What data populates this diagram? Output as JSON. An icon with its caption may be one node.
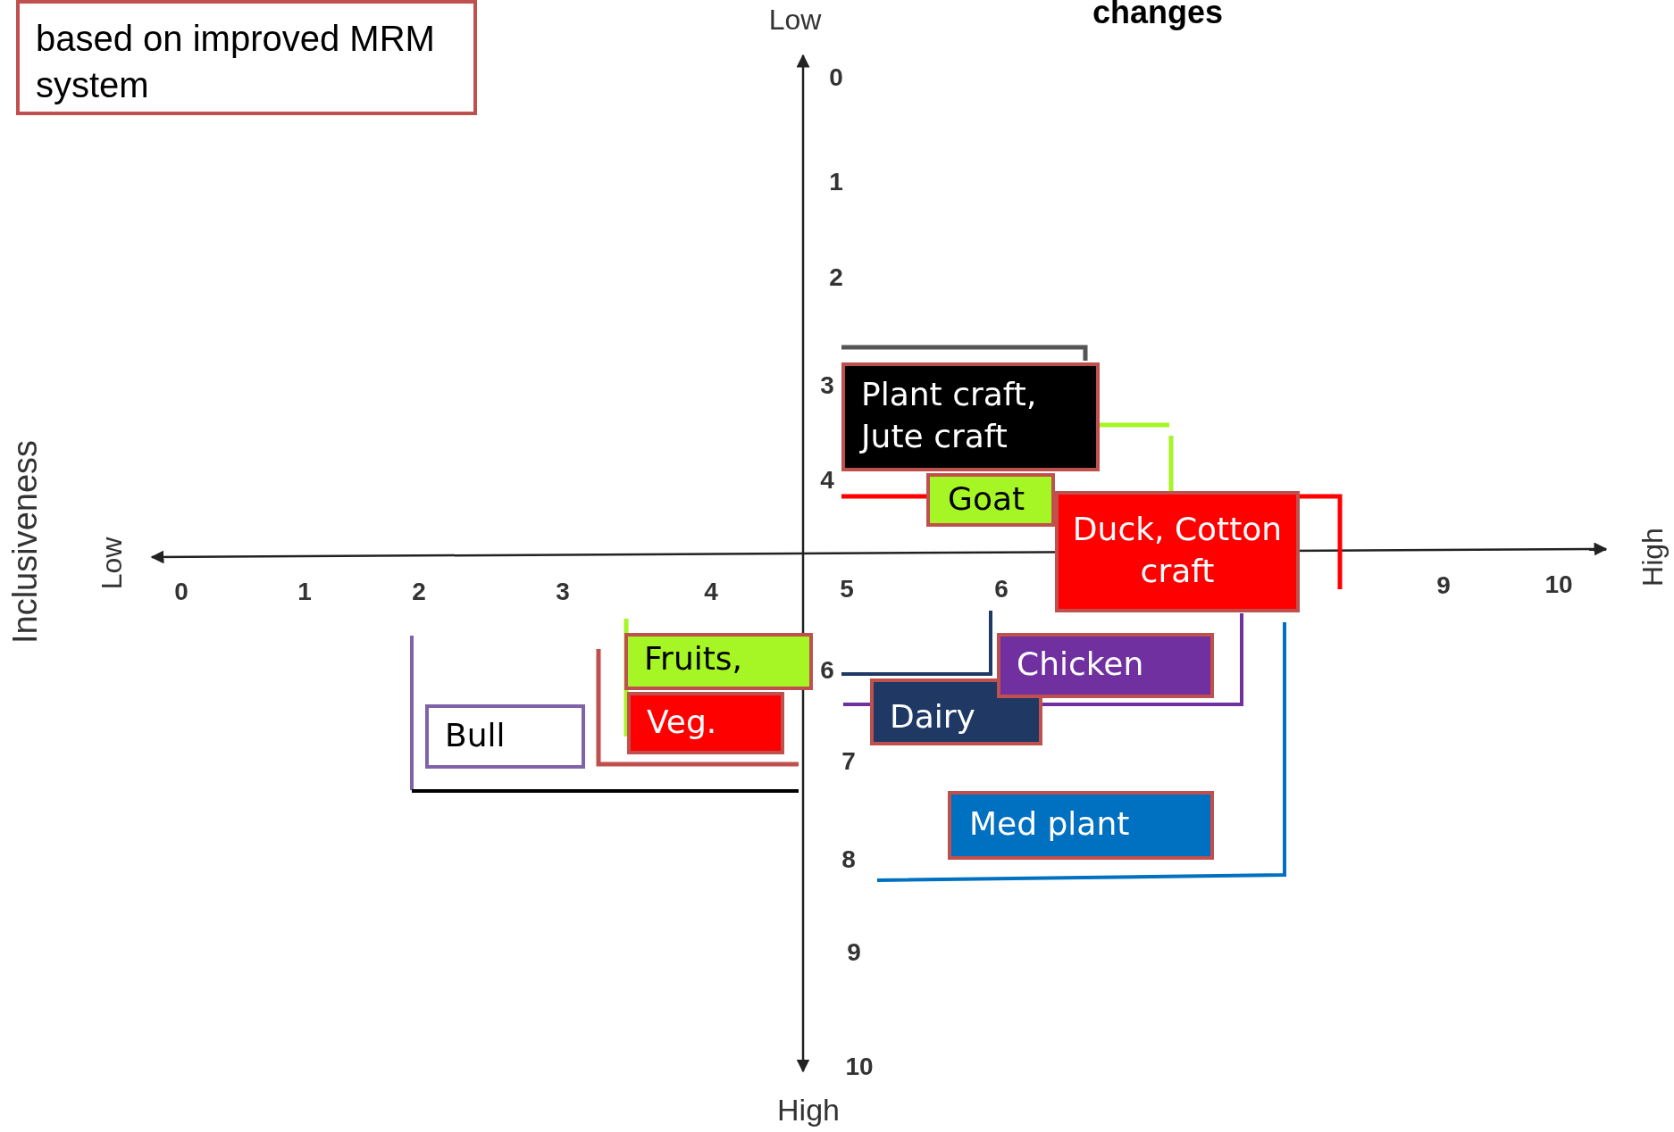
{
  "diagram": {
    "nodes": [
      {
        "text": [
          "based on improved MRM system"
        ]
      },
      {
        "text": [
          "Plant craft, Jute craft"
        ]
      },
      {
        "text": [
          "Goat"
        ]
      },
      {
        "text": [
          "Duck, Cotton craft"
        ]
      },
      {
        "text": [
          "Fruits,"
        ]
      },
      {
        "text": [
          "Veg."
        ]
      },
      {
        "text": [
          "Chicken"
        ]
      },
      {
        "text": [
          "Dairy"
        ]
      },
      {
        "text": [
          "Bull"
        ]
      },
      {
        "text": [
          "Med plant"
        ]
      }
    ],
    "edges": [],
    "labels": [
      "changes",
      "Low",
      "High",
      "Inclusiveness",
      "Low",
      "High",
      "0",
      "1",
      "2",
      "3",
      "4",
      "5",
      "6",
      "9",
      "10",
      "0",
      "1",
      "2",
      "3",
      "4",
      "6",
      "7",
      "8",
      "9",
      "10"
    ]
  }
}
